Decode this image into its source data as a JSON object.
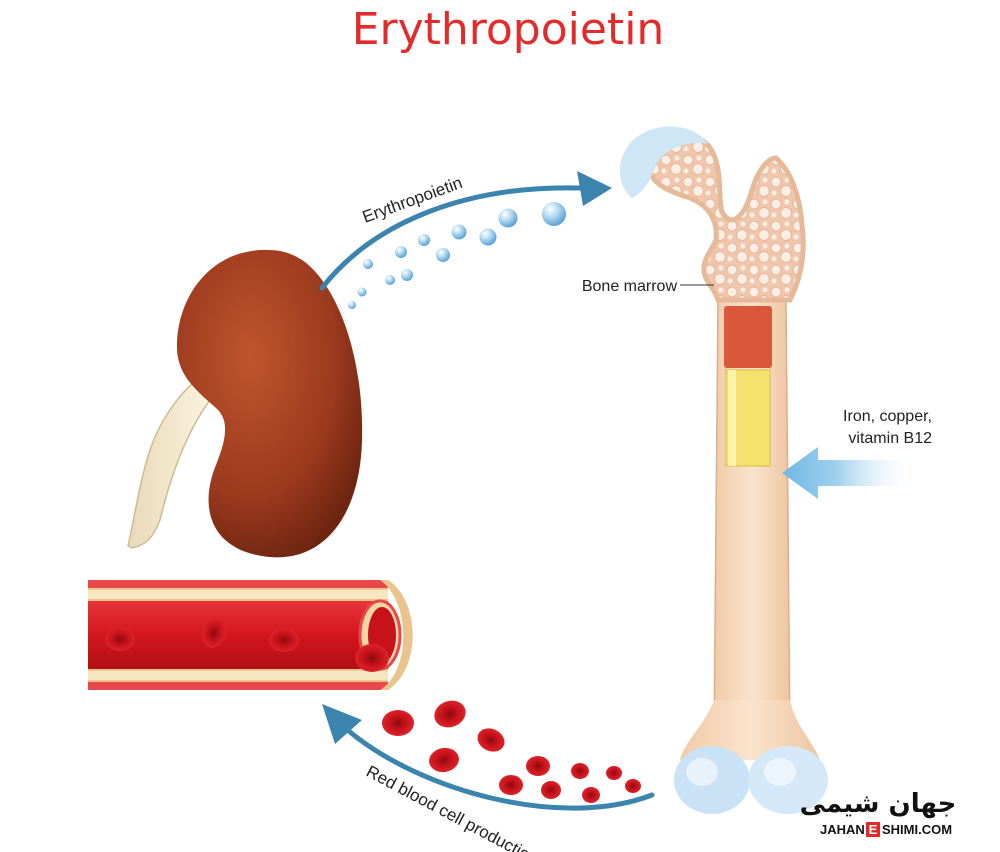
{
  "title": "Erythropoietin",
  "labels": {
    "hormone": "Erythropoietin",
    "bone_marrow": "Bone marrow",
    "minerals_line1": "Iron, copper,",
    "minerals_line2": "vitamin B12",
    "rbc_production": "Red blood cell production"
  },
  "watermark": {
    "persian": "جهان شیمی",
    "url_part1": "JAHAN",
    "url_letter": "E",
    "url_part2": "SHIMI.COM"
  },
  "colors": {
    "title": "#e32b2b",
    "arrow": "#3b84ad",
    "kidney": "#9b3a1e",
    "blood": "#d0141c",
    "bone": "#f3d2b2"
  },
  "icons": [
    "kidney-icon",
    "bone-icon",
    "blood-vessel-icon",
    "red-blood-cell-icon",
    "hormone-bubble-icon"
  ]
}
